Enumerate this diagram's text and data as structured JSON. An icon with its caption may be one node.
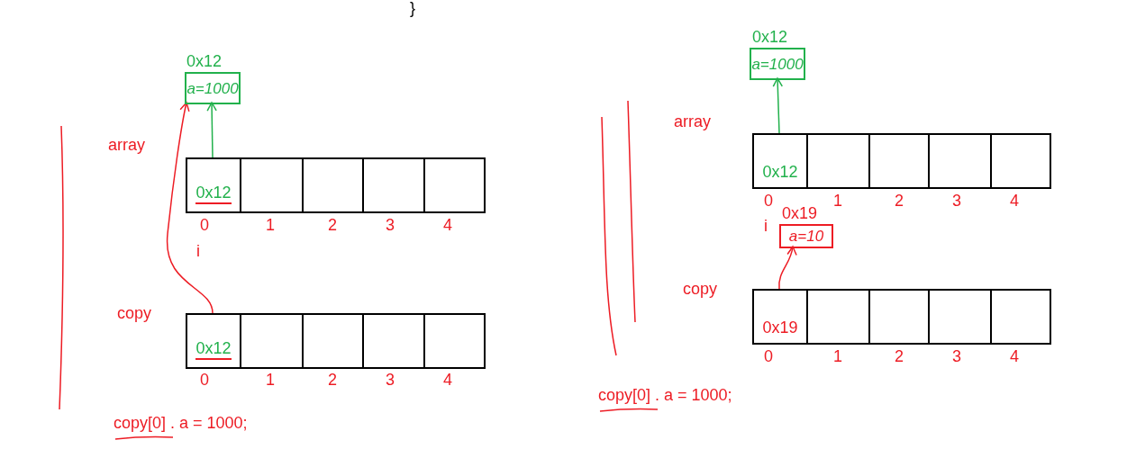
{
  "diagram": {
    "nodes": [
      {
        "text": [
          "a=1000"
        ],
        "beside": [
          "0x12"
        ]
      },
      {
        "text": [
          "0x12"
        ]
      },
      {
        "text": [],
        "shape": "box"
      },
      {
        "text": [],
        "shape": "box"
      },
      {
        "text": [],
        "shape": "box"
      },
      {
        "text": [],
        "shape": "box"
      },
      {
        "text": [
          "0x12"
        ]
      },
      {
        "text": [],
        "shape": "box"
      },
      {
        "text": [],
        "shape": "box"
      },
      {
        "text": [],
        "shape": "box"
      },
      {
        "text": [],
        "shape": "box"
      },
      {
        "text": [
          "a=1000"
        ],
        "beside": [
          "0x12"
        ]
      },
      {
        "text": [
          "0x12"
        ]
      },
      {
        "text": [],
        "shape": "box"
      },
      {
        "text": [],
        "shape": "box"
      },
      {
        "text": [],
        "shape": "box"
      },
      {
        "text": [],
        "shape": "box"
      },
      {
        "text": [
          "a=10"
        ],
        "beside": [
          "0x19"
        ]
      },
      {
        "text": [
          "0x19"
        ]
      },
      {
        "text": [],
        "shape": "box"
      },
      {
        "text": [],
        "shape": "box"
      },
      {
        "text": [],
        "shape": "box"
      },
      {
        "text": [],
        "shape": "box"
      }
    ],
    "edges": [
      {
        "from": 1,
        "to": 0,
        "arrow": "to",
        "color": "#22b14c"
      },
      {
        "from": 6,
        "to": 0,
        "arrow": "to",
        "color": "#ed1c24"
      },
      {
        "from": 12,
        "to": 11,
        "arrow": "to",
        "color": "#22b14c"
      },
      {
        "from": 18,
        "to": 17,
        "arrow": "to",
        "color": "#ed1c24"
      }
    ],
    "labels": [
      "}",
      "array",
      "0",
      "1",
      "2",
      "3",
      "4",
      "i",
      "copy",
      "0",
      "1",
      "2",
      "3",
      "4",
      "copy[0] . a = 1000;",
      "array",
      "0",
      "1",
      "2",
      "3",
      "4",
      "i",
      "copy",
      "0",
      "1",
      "2",
      "3",
      "4",
      "copy[0] . a = 1000;"
    ]
  }
}
